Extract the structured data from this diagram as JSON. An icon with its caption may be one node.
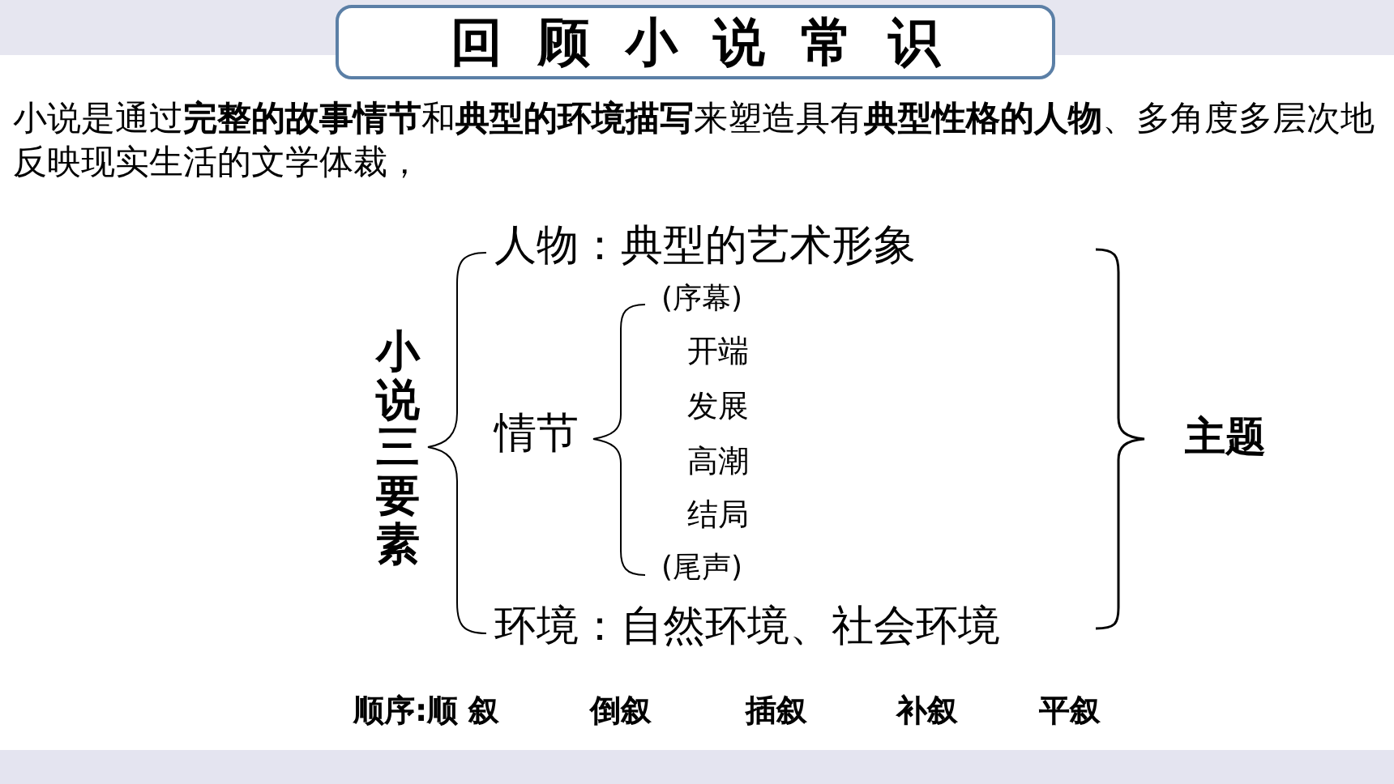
{
  "diagram": {
    "title": "回顾小说常识",
    "labels": [
      "小说是通过**完整的故事情节**和**典型的环境描写**来塑造具有**典型性格的人物**、多角度多层次地反映现实生活的文学体裁，",
      "小说三要素",
      "人物：典型的艺术形象",
      "(序幕)",
      "开端",
      "发展",
      "情节",
      "高潮",
      "结局",
      "(尾声)",
      "环境：自然环境、社会环境",
      "主题",
      "顺序:顺 叙",
      "倒叙",
      "插叙",
      "补叙",
      "平叙"
    ]
  }
}
